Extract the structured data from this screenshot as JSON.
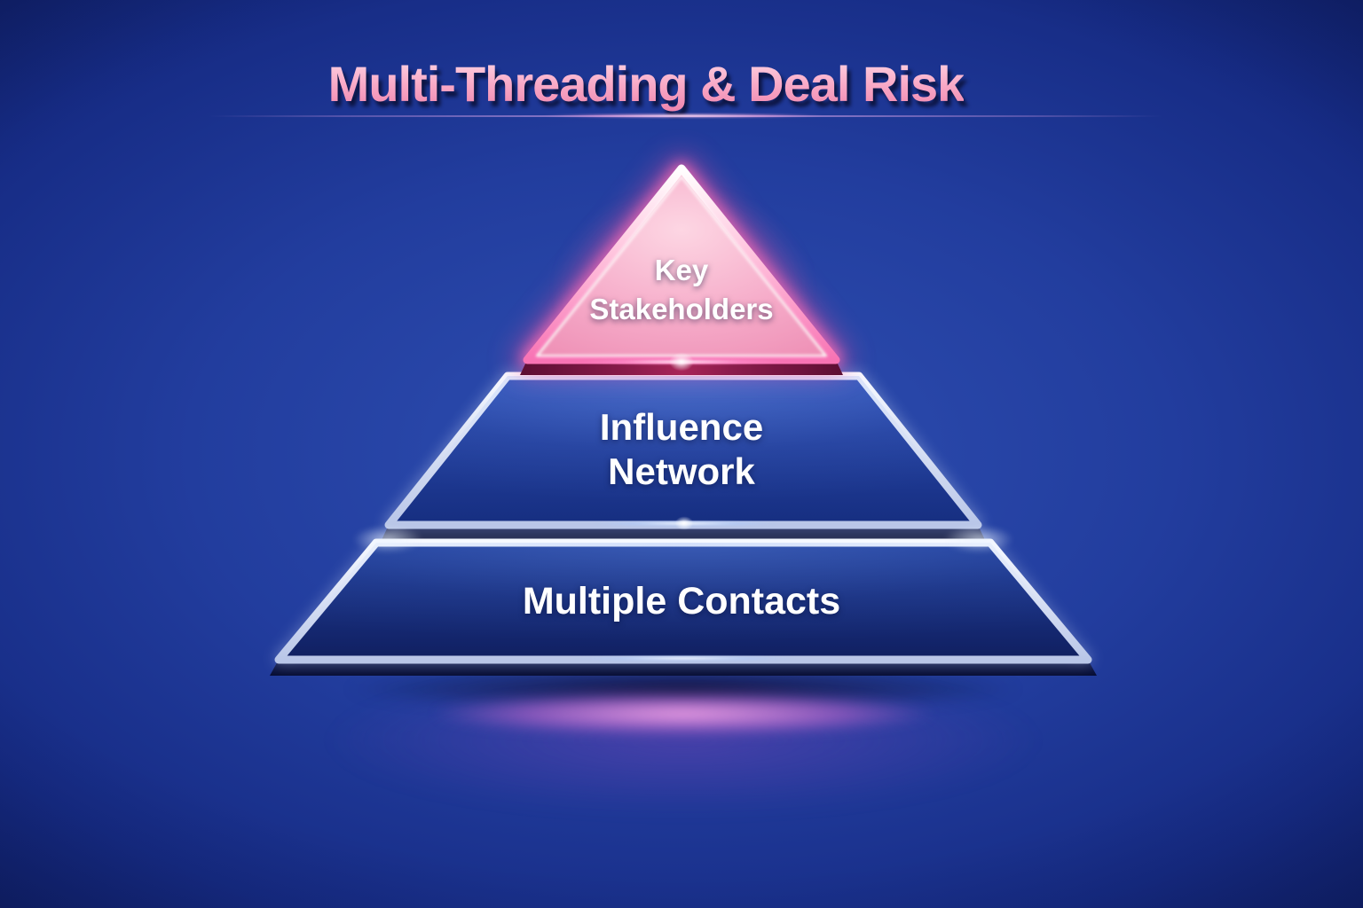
{
  "title": {
    "text": "Multi-Threading & Deal Risk"
  },
  "pyramid": {
    "tiers": [
      {
        "name": "key-stakeholders",
        "position": "top",
        "shape": "triangle",
        "lines": [
          "Key",
          "Stakeholders"
        ],
        "fill": "#f4a8c6"
      },
      {
        "name": "influence-network",
        "position": "middle",
        "shape": "trapezoid",
        "lines": [
          "Influence",
          "Network"
        ],
        "fill": "#1f3c9e"
      },
      {
        "name": "multiple-contacts",
        "position": "bottom",
        "shape": "trapezoid",
        "lines": [
          "Multiple Contacts"
        ],
        "fill": "#162c7a"
      }
    ]
  },
  "colors": {
    "background_center": "#2e4fb2",
    "background_edge": "#081248",
    "title_pink_light": "#ffd9e6",
    "title_pink_deep": "#ee83ac",
    "tier_top_pink": "#f4a8c6",
    "tier_blue": "#1f3c9e",
    "border_silver": "#dde6f8",
    "glow_pink": "#ff4fa0",
    "floor_glow": "#ffaaeb",
    "text": "#ffffff"
  }
}
